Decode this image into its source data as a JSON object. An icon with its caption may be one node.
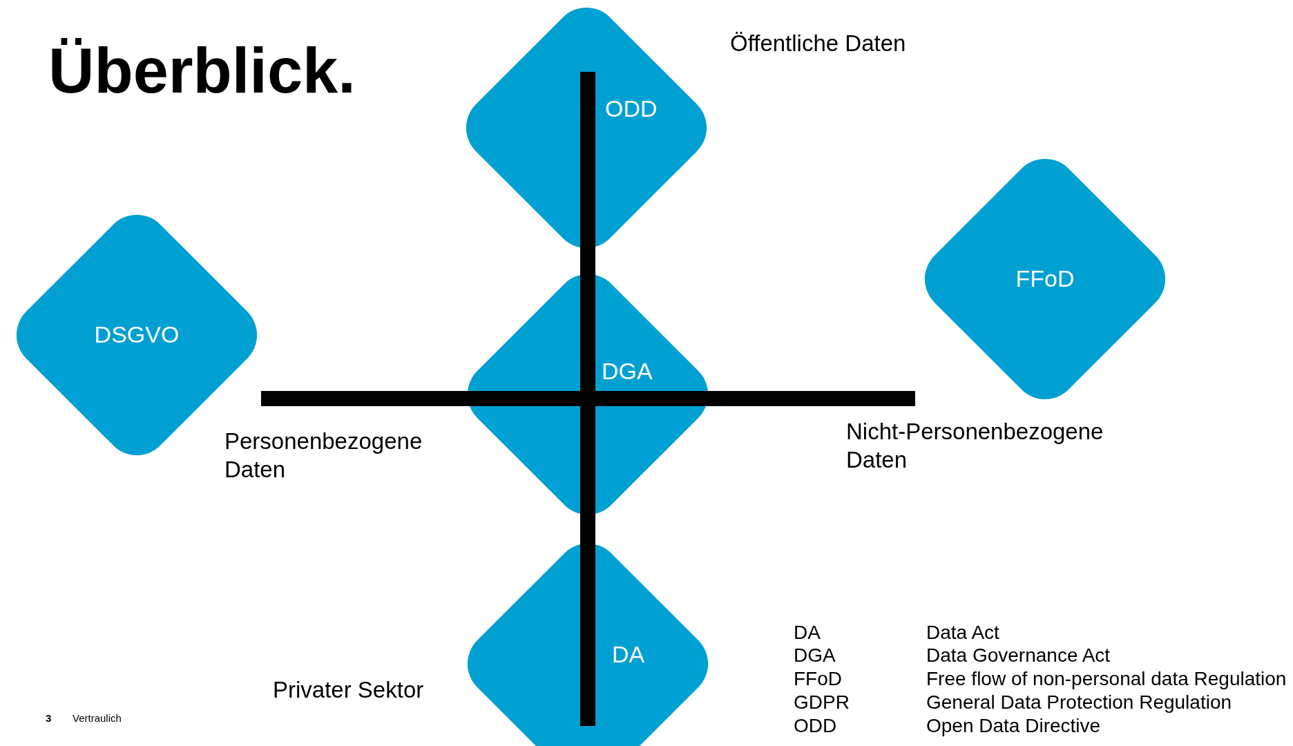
{
  "diagram": {
    "title": "Überblick.",
    "nodes": [
      {
        "text": [
          "ODD"
        ]
      },
      {
        "text": [
          "DGA"
        ]
      },
      {
        "text": [
          "DA"
        ]
      },
      {
        "text": [
          "DSGVO"
        ]
      },
      {
        "text": [
          "FFoD"
        ]
      }
    ],
    "labels": [
      "Öffentliche Daten",
      "Personenbezogene Daten",
      "Nicht-Personenbezogene Daten",
      "Privater Sektor",
      "DA",
      "Data Act",
      "DGA",
      "Data Governance Act",
      "FFoD",
      "Free flow of non-personal data Regulation",
      "GDPR",
      "General Data Protection Regulation",
      "ODD",
      "Open Data Directive",
      "3",
      "Vertraulich"
    ]
  }
}
